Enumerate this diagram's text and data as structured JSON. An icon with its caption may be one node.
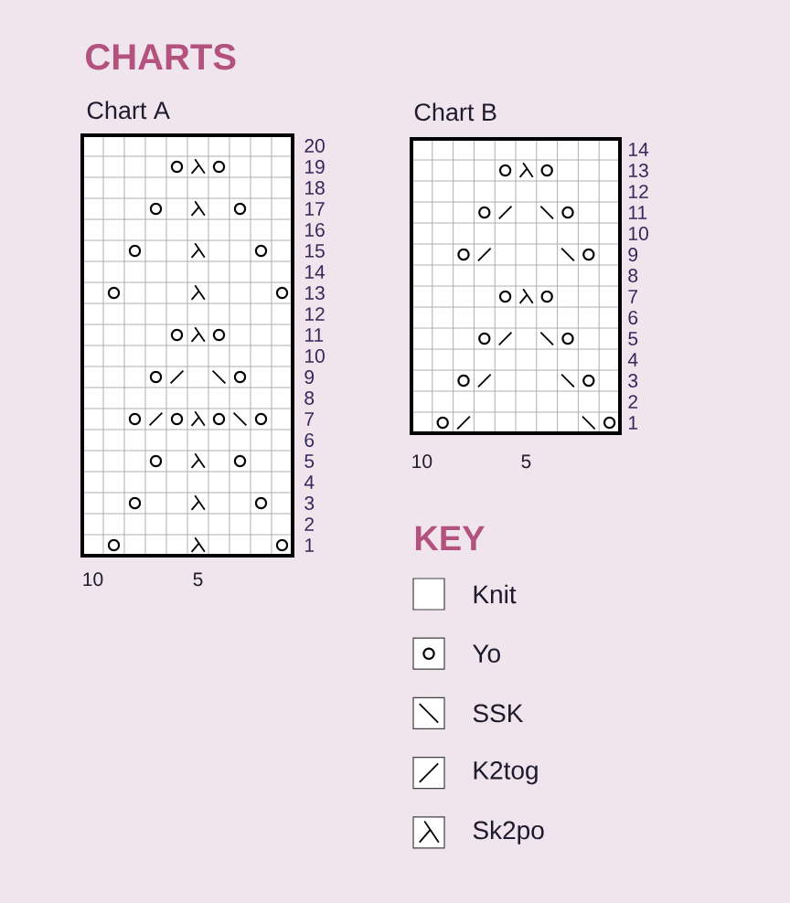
{
  "diagram": {
    "title": "CHARTS",
    "labels": [
      "Chart A",
      "20",
      "19",
      "18",
      "17",
      "16",
      "15",
      "14",
      "13",
      "12",
      "11",
      "10",
      "9",
      "8",
      "7",
      "6",
      "5",
      "4",
      "3",
      "2",
      "1",
      "10",
      "5",
      "Chart B",
      "14",
      "13",
      "12",
      "11",
      "10",
      "9",
      "8",
      "7",
      "6",
      "5",
      "4",
      "3",
      "2",
      "1",
      "10",
      "5",
      "KEY"
    ],
    "legend": [
      {
        "text": "Knit"
      },
      {
        "text": "Yo"
      },
      {
        "text": "SSK"
      },
      {
        "text": "K2tog"
      },
      {
        "text": "Sk2po"
      }
    ]
  }
}
